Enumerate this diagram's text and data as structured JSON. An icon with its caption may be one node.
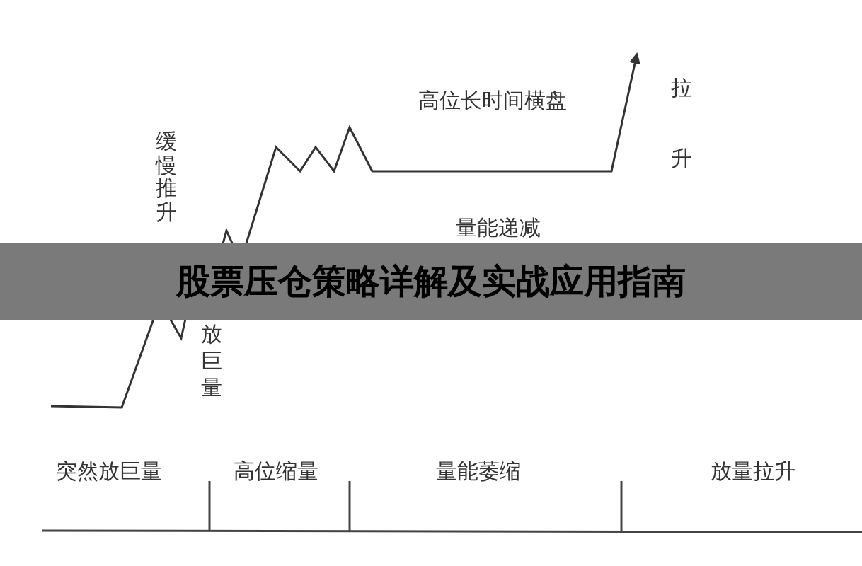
{
  "diagram": {
    "title": "股票压仓策略详解及实战应用指南",
    "labels": [
      "拉升",
      "高位长时间横盘",
      "缓慢推升",
      "量能递减",
      "放巨量",
      "突然放巨量",
      "高位缩量",
      "量能萎缩",
      "放量拉升"
    ]
  }
}
